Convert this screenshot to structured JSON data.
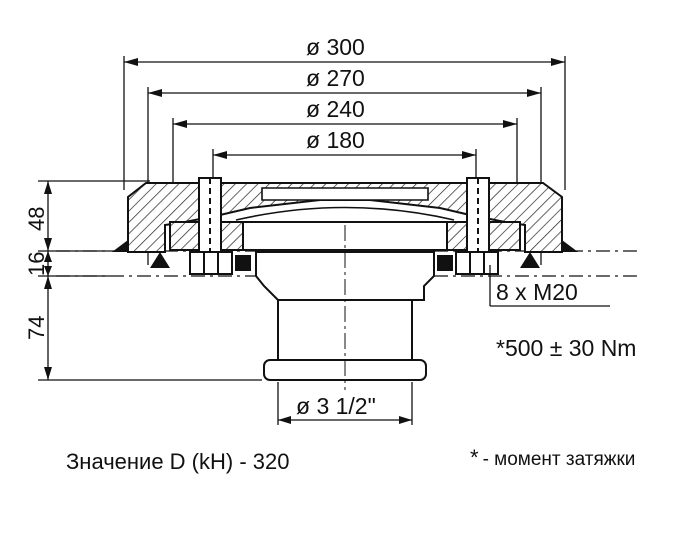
{
  "dimensions": {
    "d300": "ø 300",
    "d270": "ø 270",
    "d240": "ø 240",
    "d180": "ø 180",
    "pipe": "ø 3 1/2\"",
    "h48": "48",
    "h16": "16",
    "h74": "74"
  },
  "labels": {
    "bolts": "8 x M20",
    "torque": "*500 ± 30 Nm"
  },
  "captions": {
    "value": "Значение D (kH) - 320",
    "legend_star": "*",
    "legend_text": "- момент затяжки"
  }
}
